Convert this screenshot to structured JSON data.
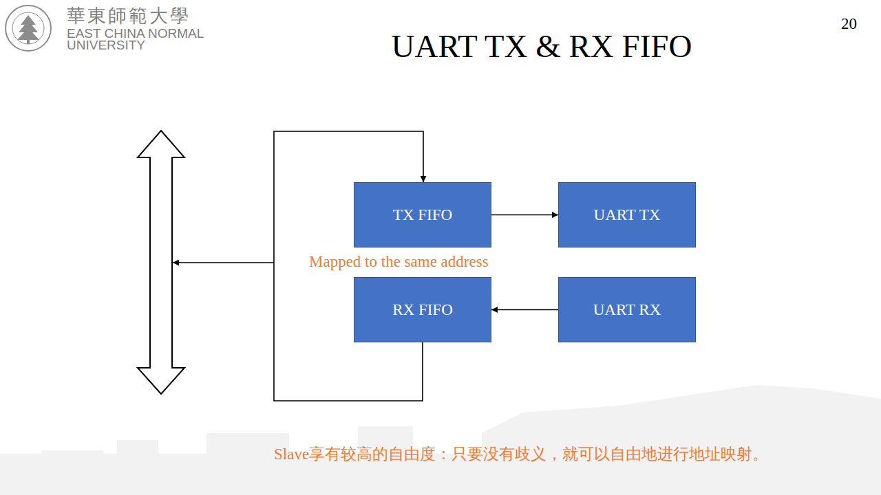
{
  "diagram": {
    "title": "UART TX & RX FIFO",
    "nodes": [
      {
        "text": [
          "TX FIFO"
        ]
      },
      {
        "text": [
          "UART TX"
        ]
      },
      {
        "text": [
          "RX FIFO"
        ]
      },
      {
        "text": [
          "UART RX"
        ]
      }
    ],
    "edges": [
      {
        "from": 0,
        "to": 1,
        "arrow": "to"
      },
      {
        "from": 3,
        "to": 2,
        "arrow": "to"
      }
    ],
    "labels": [
      "華東師範大學",
      "EAST CHINA NORMAL",
      "UNIVERSITY",
      "20",
      "Mapped to the same address",
      "Slave享有较高的自由度：只要没有歧义，就可以自由地进行地址映射。"
    ]
  }
}
